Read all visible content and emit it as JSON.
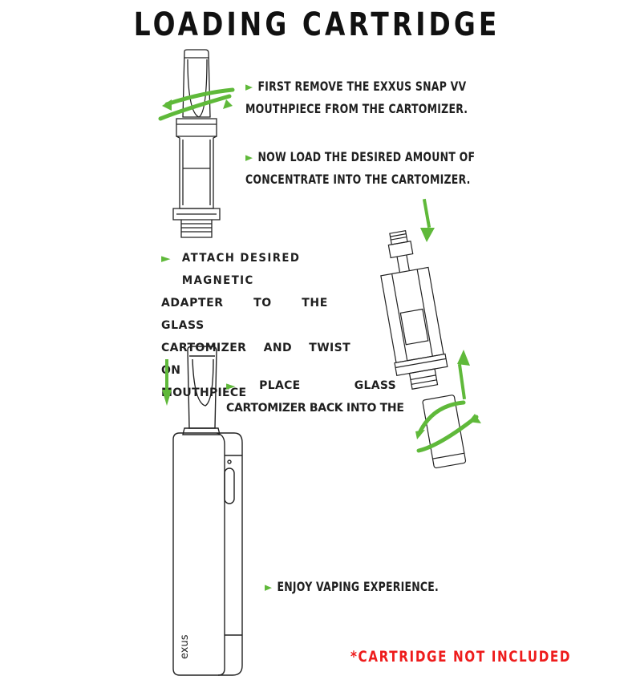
{
  "title": "LOADING CARTRIDGE",
  "steps": [
    {
      "id": 1,
      "lines": [
        "FIRST REMOVE THE EXXUS SNAP VV",
        "MOUTHPIECE FROM THE CARTOMIZER."
      ]
    },
    {
      "id": 2,
      "lines": [
        "NOW LOAD THE DESIRED AMOUNT OF",
        "CONCENTRATE INTO THE CARTOMIZER."
      ]
    },
    {
      "id": 3,
      "lines": [
        "ATTACH DESIRED MAGNETIC",
        "ADAPTER TO THE GLASS",
        "CARTOMIZER AND TWIST ON",
        "MOUTHPIECE"
      ]
    },
    {
      "id": 4,
      "lines": [
        "PLACE GLASS",
        "CARTOMIZER BACK INTO THE"
      ]
    },
    {
      "id": 5,
      "lines": [
        "ENJOY VAPING EXPERIENCE."
      ]
    }
  ],
  "note": "*CARTRIDGE NOT INCLUDED",
  "brand_logo": "exus",
  "icons": {
    "bullet": "green-triangle-arrow",
    "rotate": "green-rotation-arrows",
    "direction": "green-straight-arrow"
  },
  "colors": {
    "accent_green": "#5fb93a",
    "text": "#1f1f1f",
    "warning_red": "#ee1c1c",
    "line_art": "#222222"
  }
}
